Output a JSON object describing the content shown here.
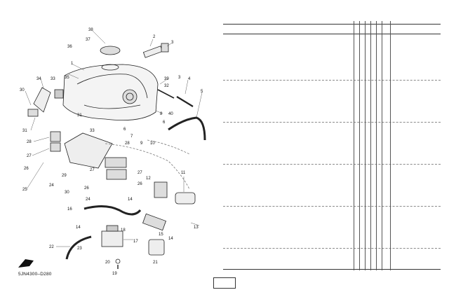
{
  "diagram": {
    "drawing_code": "5JN4300–D280",
    "callouts": [
      "38",
      "37",
      "36",
      "2",
      "3",
      "1",
      "35",
      "34",
      "33",
      "39",
      "32",
      "3",
      "4",
      "5",
      "30",
      "31",
      "40",
      "8",
      "6",
      "7",
      "9",
      "10",
      "31",
      "33",
      "28",
      "27",
      "26",
      "25",
      "29",
      "24",
      "27",
      "30",
      "26",
      "28",
      "27",
      "26",
      "24",
      "12",
      "11",
      "14",
      "16",
      "14",
      "18",
      "17",
      "15",
      "13",
      "14",
      "22",
      "23",
      "20",
      "21",
      "19",
      "6"
    ]
  },
  "page_number": ""
}
